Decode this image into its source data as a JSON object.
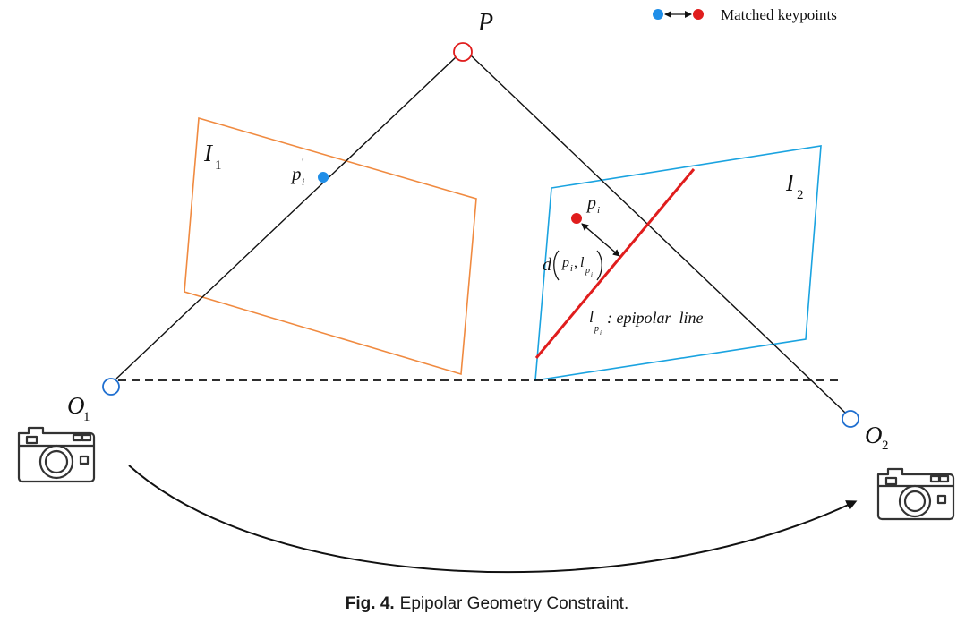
{
  "labels": {
    "point_P": "P",
    "image1": "I",
    "image1_sub": "1",
    "image2": "I",
    "image2_sub": "2",
    "origin1": "O",
    "origin1_sub": "1",
    "origin2": "O",
    "origin2_sub": "2",
    "p_prime": "p",
    "p_prime_sub": "i",
    "p_prime_mark": "'",
    "p_i": "p",
    "p_i_sub": "i",
    "distance_d": "d",
    "distance_p": "p",
    "distance_p_sub": "i",
    "distance_comma": ",",
    "distance_l": "l",
    "distance_l_sub": "p",
    "distance_l_subsub": "i",
    "epi_l": "l",
    "epi_l_sub": "p",
    "epi_l_subsub": "i",
    "epi_text": ": epipolar  line"
  },
  "legend": {
    "label": "Matched keypoints"
  },
  "caption": {
    "fig": "Fig. 4.",
    "text": "Epipolar Geometry Constraint."
  },
  "colors": {
    "orange": "#f08a40",
    "cyan": "#1aa3e0",
    "red": "#e01d1d",
    "blue": "#1f8ee8",
    "black": "#111111",
    "camera": "#333333"
  },
  "icons": [
    "camera-icon",
    "camera-icon"
  ]
}
